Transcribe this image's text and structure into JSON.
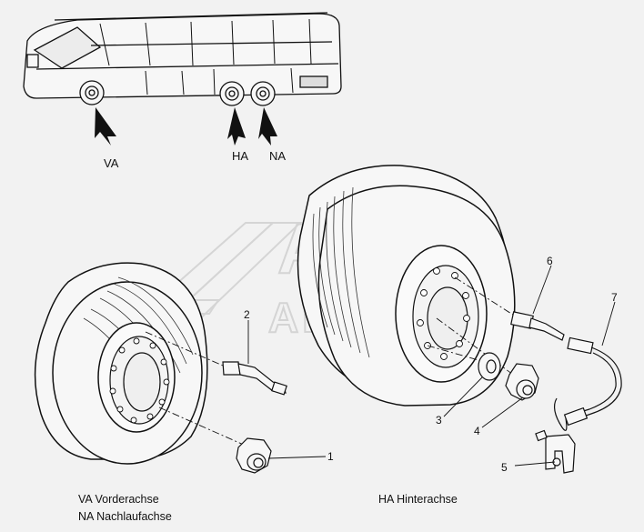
{
  "bus_labels": {
    "front_axle": "VA",
    "rear_axle": "HA",
    "trailing_axle": "NA"
  },
  "callouts": [
    "1",
    "2",
    "3",
    "4",
    "5",
    "6",
    "7"
  ],
  "legend": {
    "front": "VA Vorderachse",
    "trailing": "NA Nachlaufachse",
    "rear": "HA Hinterachse"
  },
  "watermark": "AUTO ALTERNATIVE",
  "colors": {
    "line": "#111111",
    "tire_fill": "#f7f7f7",
    "background": "#f2f2f2",
    "watermark": "#d6d6d6"
  }
}
